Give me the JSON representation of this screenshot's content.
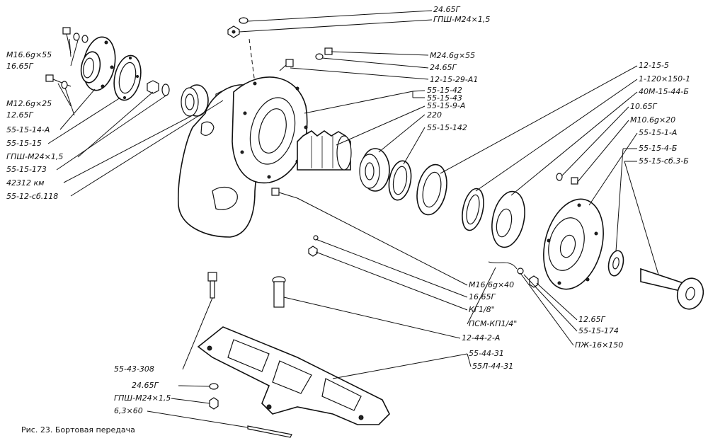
{
  "labels": {
    "l_2465_top": "24.65Г",
    "l_gpsh_top": "ГПШ-М24×1,5",
    "l_m16_55": "М16.6g×55",
    "l_1665_a": "16.65Г",
    "l_m12_25": "М12.6g×25",
    "l_1265_a": "12.65Г",
    "l_55_15_14a": "55-15-14-А",
    "l_55_15_15": "55-15-15",
    "l_gpsh_left": "ГПШ-М24×1,5",
    "l_55_15_173": "55-15-173",
    "l_42312": "42312 км",
    "l_55_12_sb118": "55-12-сб.118",
    "l_m24_55": "М24.6g×55",
    "l_2465_b": "24.65Г",
    "l_12_15_29_a1": "12-15-29-А1",
    "l_55_15_42": "55-15-42",
    "l_55_15_43": "55-15-43",
    "l_55_15_9a": "55-15-9-А",
    "l_220": "220",
    "l_55_15_142": "55-15-142",
    "l_12_15_5": "12-15-5",
    "l_1_120_150": "1-120×150-1",
    "l_40m": "40М-15-44-Б",
    "l_1065": "10.65Г",
    "l_m10_20": "М10.6g×20",
    "l_55_15_1a": "55-15-1-А",
    "l_55_15_4b": "55-15-4-Б",
    "l_55_15_sb3b": "55-15-сб.3-Б",
    "l_m16_40": "М16.6g×40",
    "l_1665_b": "16.65Г",
    "l_kg18": "КГ1/8\"",
    "l_psm": "ПСМ-КП1/4\"",
    "l_12_44_2a": "12-44-2-А",
    "l_1265_b": "12.65Г",
    "l_55_15_174": "55-15-174",
    "l_pzh": "ПЖ-16×150",
    "l_55_44_31": "55-44-31",
    "l_55l_44_31": "55Л-44-31",
    "l_55_43_308": "55-43-308",
    "l_2465_c": "24.65Г",
    "l_gpsh_bottom": "ГПШ-М24×1,5",
    "l_6_3x60": "6,3×60"
  },
  "caption": "Рис. 23. Бортовая передача"
}
